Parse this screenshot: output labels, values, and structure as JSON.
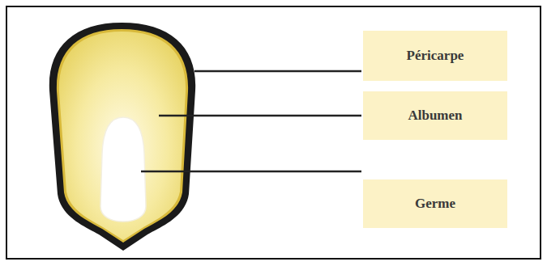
{
  "diagram": {
    "nodes": [
      {
        "text": [
          "Péricarpe"
        ]
      },
      {
        "text": [
          "Albumen"
        ]
      },
      {
        "text": [
          "Germe"
        ]
      }
    ]
  }
}
